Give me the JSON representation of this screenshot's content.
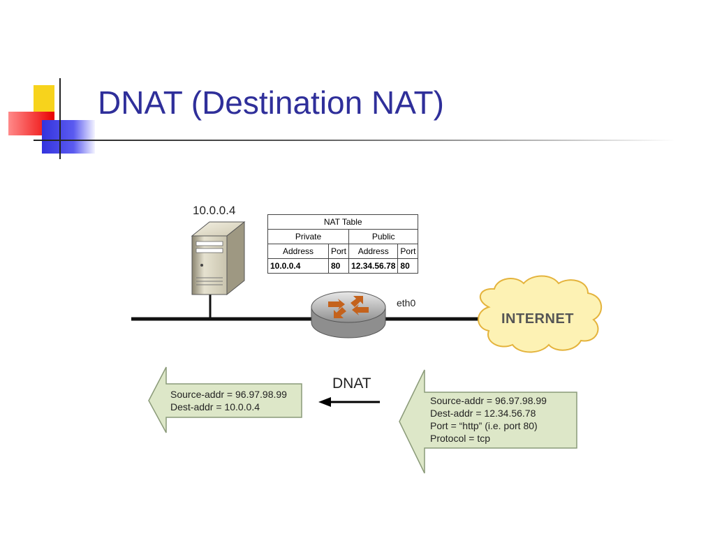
{
  "slide": {
    "title": "DNAT (Destination NAT)"
  },
  "server": {
    "ip": "10.0.0.4"
  },
  "nat_table": {
    "title": "NAT Table",
    "group_private": "Private",
    "group_public": "Public",
    "col_private_address": "Address",
    "col_private_port": "Port",
    "col_public_address": "Address",
    "col_public_port": "Port",
    "rows": [
      {
        "private_address": "10.0.0.4",
        "private_port": "80",
        "public_address": "12.34.56.78",
        "public_port": "80"
      }
    ]
  },
  "router": {
    "interface_label": "eth0"
  },
  "cloud": {
    "label": "INTERNET"
  },
  "translation": {
    "label": "DNAT"
  },
  "incoming_packet": {
    "lines": [
      "Source-addr = 96.97.98.99",
      "Dest-addr = 12.34.56.78",
      "Port = “http” (i.e. port 80)",
      "Protocol = tcp"
    ]
  },
  "translated_packet": {
    "lines": [
      "Source-addr = 96.97.98.99",
      "Dest-addr = 10.0.0.4"
    ]
  },
  "colors": {
    "title": "#2f2f9a",
    "arrow_fill": "#dde7c8",
    "cloud_fill": "#fdf2b4",
    "cloud_stroke": "#e4b33c"
  }
}
